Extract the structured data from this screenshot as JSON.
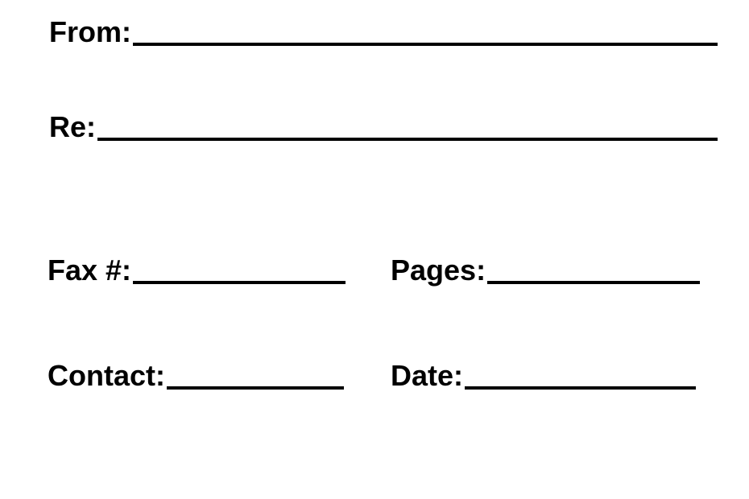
{
  "form": {
    "from": {
      "label": "From:",
      "value": ""
    },
    "re": {
      "label": "Re:",
      "value": ""
    },
    "fax": {
      "label": "Fax #:",
      "value": ""
    },
    "pages": {
      "label": "Pages:",
      "value": ""
    },
    "contact": {
      "label": "Contact:",
      "value": ""
    },
    "date": {
      "label": "Date:",
      "value": ""
    }
  },
  "colors": {
    "text": "#000000",
    "background": "#ffffff"
  }
}
